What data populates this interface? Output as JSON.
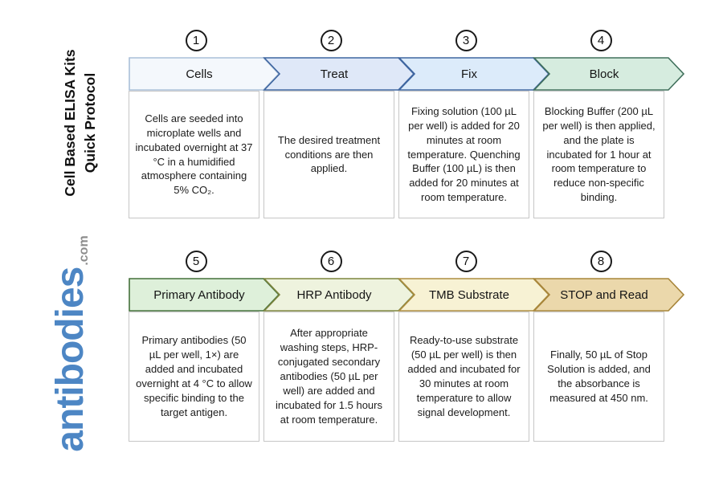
{
  "title": {
    "line1": "Cell Based ELISA Kits",
    "line2": "Quick Protocol"
  },
  "logo": {
    "name": "antibodies",
    "suffix": ".com",
    "name_color": "#4d86c4",
    "suffix_color": "#8d8d8d"
  },
  "steps": [
    {
      "number": "1",
      "label": "Cells",
      "fill": "#f4f8fc",
      "border": "#aabfd8",
      "description": "Cells are seeded into microplate wells and incubated overnight at 37 °C in a humidified atmosphere containing 5% CO₂."
    },
    {
      "number": "2",
      "label": "Treat",
      "fill": "#dfe8f8",
      "border": "#3f66a0",
      "description": "The desired treatment conditions are then applied."
    },
    {
      "number": "3",
      "label": "Fix",
      "fill": "#dcebfa",
      "border": "#3f66a0",
      "description": "Fixing solution (100 µL per well) is added for 20 minutes at room temperature. Quenching Buffer (100 µL) is then added for 20 minutes at room temperature."
    },
    {
      "number": "4",
      "label": "Block",
      "fill": "#d6ecdf",
      "border": "#40705c",
      "description": "Blocking Buffer (200 µL per well) is then applied, and the plate is incubated for 1 hour at room temperature to reduce non-specific binding."
    },
    {
      "number": "5",
      "label": "Primary Antibody",
      "fill": "#def0da",
      "border": "#44703a",
      "description": "Primary antibodies (50 µL per well, 1×) are added and incubated overnight at 4 °C to allow specific binding to the target antigen."
    },
    {
      "number": "6",
      "label": "HRP Antibody",
      "fill": "#eef3de",
      "border": "#7d853f",
      "description": "After appropriate washing steps, HRP-conjugated secondary antibodies (50 µL per well) are added and incubated for 1.5 hours at room temperature."
    },
    {
      "number": "7",
      "label": "TMB Substrate",
      "fill": "#f7f2d4",
      "border": "#ad8d40",
      "description": "Ready-to-use substrate (50 µL per well) is then added and incubated for 30 minutes at room temperature to allow signal development."
    },
    {
      "number": "8",
      "label": "STOP and Read",
      "fill": "#ebd8ab",
      "border": "#a7853a",
      "description": "Finally, 50 µL of Stop Solution is added, and the absorbance is measured at 450 nm."
    }
  ]
}
